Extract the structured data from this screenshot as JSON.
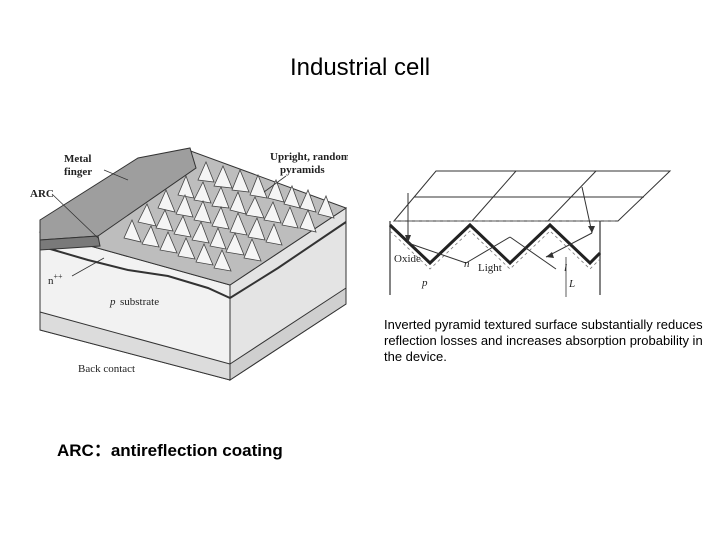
{
  "slide": {
    "title": "Industrial cell",
    "caption": "Inverted pyramid textured surface substantially reduces reflection losses and increases absorption probability in the device.",
    "arc_definition": "ARC：antireflection coating"
  },
  "left_figure": {
    "labels": {
      "metal": "Metal",
      "finger": "finger",
      "arc": "ARC",
      "upright": "Upright, random",
      "pyramids": "pyramids",
      "n_layer": "n",
      "n_sup": "++",
      "substrate_p": "p",
      "substrate": "substrate",
      "back_contact": "Back contact"
    }
  },
  "right_figure": {
    "labels": {
      "oxide": "Oxide",
      "n": "n",
      "light": "Light",
      "p": "p",
      "L": "L",
      "l": "l"
    }
  }
}
